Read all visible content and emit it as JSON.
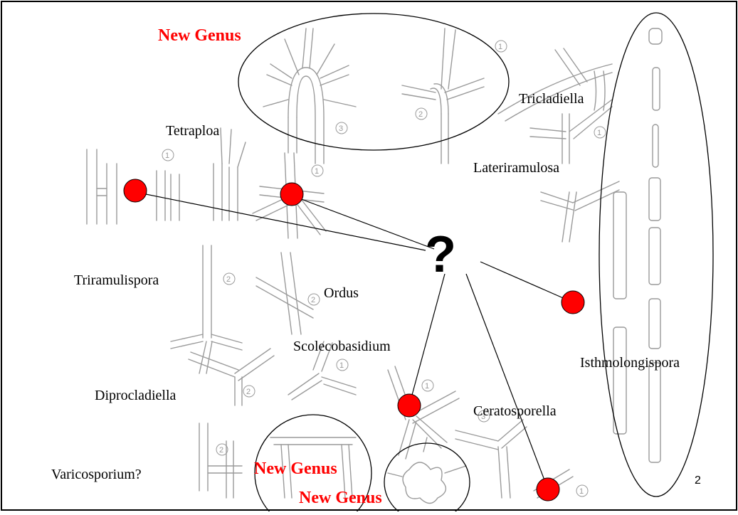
{
  "colors": {
    "border": "#000000",
    "dot_fill": "#ff0000",
    "new_genus_text": "#ff0000",
    "sketch_stroke": "#9a9a9a"
  },
  "center_symbol": "?",
  "labels": {
    "new_genus_top": "New Genus",
    "new_genus_bottom_left": "New Genus",
    "new_genus_bottom_center": "New Genus",
    "tricladiella": "Tricladiella",
    "tetraploa": "Tetraploa",
    "lateriramulosa": "Lateriramulosa",
    "triramulispora": "Triramulispora",
    "ordus": "Ordus",
    "scolecobasidium": "Scolecobasidium",
    "isthmolongispora": "Isthmolongispora",
    "diprocladiella": "Diprocladiella",
    "ceratosporella": "Ceratosporella",
    "varicosporium": "Varicosporium?"
  },
  "page_number": "2",
  "sketch_numbers": [
    "3",
    "2",
    "1",
    "1",
    "1",
    "1",
    "2",
    "2",
    "1",
    "2",
    "1",
    "2",
    "3",
    "1"
  ]
}
